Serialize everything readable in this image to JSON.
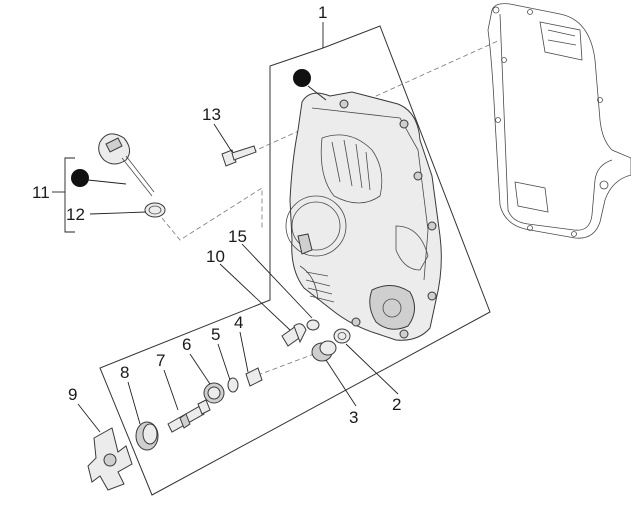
{
  "callouts": [
    {
      "id": "c1",
      "text": "1"
    },
    {
      "id": "c2",
      "text": "2"
    },
    {
      "id": "c3",
      "text": "3"
    },
    {
      "id": "c4",
      "text": "4"
    },
    {
      "id": "c5",
      "text": "5"
    },
    {
      "id": "c6",
      "text": "6"
    },
    {
      "id": "c7",
      "text": "7"
    },
    {
      "id": "c8",
      "text": "8"
    },
    {
      "id": "c9",
      "text": "9"
    },
    {
      "id": "c10",
      "text": "10"
    },
    {
      "id": "c11",
      "text": "11"
    },
    {
      "id": "c12",
      "text": "12"
    },
    {
      "id": "c13",
      "text": "13"
    },
    {
      "id": "c15",
      "text": "15"
    }
  ]
}
